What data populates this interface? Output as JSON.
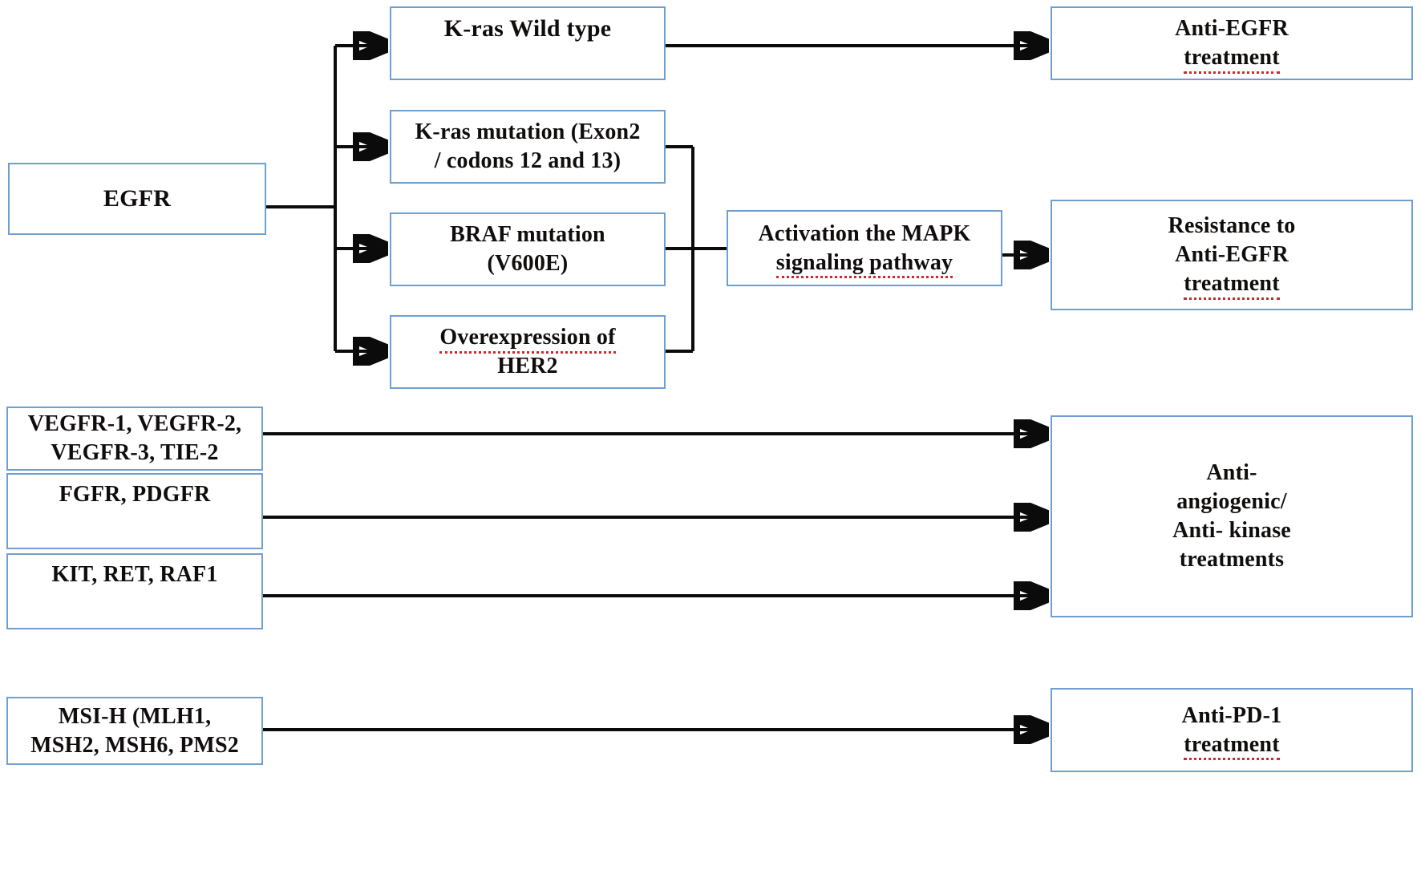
{
  "figure": {
    "kind": "flowchart",
    "background": "#ffffff",
    "box_border_color": "#6f9fd0",
    "connector_color": "#0b0b0b",
    "spellcheck_underline_color": "#cc1d22"
  },
  "nodes": {
    "egfr": {
      "label": "EGFR"
    },
    "kras_wt": {
      "label": "K-ras Wild type"
    },
    "kras_mut": {
      "label": "K-ras mutation (Exon2\n/ codons 12 and 13)"
    },
    "braf": {
      "label": "BRAF mutation\n(V600E)"
    },
    "her2_line1": {
      "label": "Overexpression of"
    },
    "her2_line2": {
      "label": "HER2"
    },
    "mapk_line1": {
      "label": "Activation the MAPK"
    },
    "mapk_line2": {
      "label": "signaling pathway"
    },
    "anti_egfr_line1": {
      "label": "Anti-EGFR"
    },
    "anti_egfr_line2": {
      "label": "treatment"
    },
    "resistance_line1": {
      "label": "Resistance to"
    },
    "resistance_line2": {
      "label": "Anti-EGFR"
    },
    "resistance_line3": {
      "label": "treatment"
    },
    "vegfr": {
      "label": "VEGFR-1, VEGFR-2,\nVEGFR-3, TIE-2"
    },
    "fgfr": {
      "label": "FGFR, PDGFR"
    },
    "kit": {
      "label": "KIT, RET, RAF1"
    },
    "anti_angio_line1": {
      "label": "Anti-"
    },
    "anti_angio_line2": {
      "label": "angiogenic/"
    },
    "anti_angio_line3": {
      "label": "Anti- kinase"
    },
    "anti_angio_line4": {
      "label": "treatments"
    },
    "msi": {
      "label": "MSI-H (MLH1,\nMSH2, MSH6, PMS2"
    },
    "anti_pd1_line1": {
      "label": "Anti-PD-1"
    },
    "anti_pd1_line2": {
      "label": "treatment"
    }
  },
  "edges": [
    {
      "name": "egfr-to-kras-wild-type",
      "from": "egfr",
      "to": "kras_wt"
    },
    {
      "name": "egfr-to-kras-mutation",
      "from": "egfr",
      "to": "kras_mut"
    },
    {
      "name": "egfr-to-braf-mutation",
      "from": "egfr",
      "to": "braf"
    },
    {
      "name": "egfr-to-her2-overexpression",
      "from": "egfr",
      "to": "her2"
    },
    {
      "name": "kras-wild-type-to-anti-egfr",
      "from": "kras_wt",
      "to": "anti_egfr"
    },
    {
      "name": "mutations-to-mapk-activation",
      "from": "kras_mut|braf|her2",
      "to": "mapk"
    },
    {
      "name": "mapk-to-resistance",
      "from": "mapk",
      "to": "resistance"
    },
    {
      "name": "vegfr-to-anti-angiogenic",
      "from": "vegfr",
      "to": "anti_angio"
    },
    {
      "name": "fgfr-to-anti-angiogenic",
      "from": "fgfr",
      "to": "anti_angio"
    },
    {
      "name": "kit-to-anti-angiogenic",
      "from": "kit",
      "to": "anti_angio"
    },
    {
      "name": "msi-to-anti-pd1",
      "from": "msi",
      "to": "anti_pd1"
    }
  ]
}
